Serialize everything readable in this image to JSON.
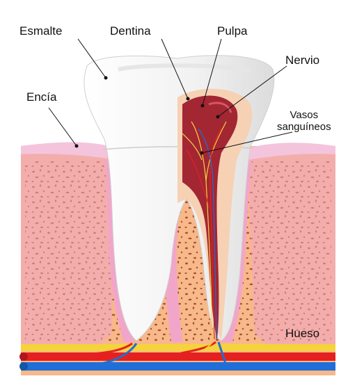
{
  "labels": {
    "esmalte": "Esmalte",
    "dentina": "Dentina",
    "pulpa": "Pulpa",
    "nervio": "Nervio",
    "encia": "Encía",
    "vasos_line1": "Vasos",
    "vasos_line2": "sanguíneos",
    "hueso": "Hueso"
  },
  "colors": {
    "bone": "#f7b88a",
    "bone_spots": "#9c3a1e",
    "gum": "#f1a6c9",
    "gum_top": "#f4c4dc",
    "enamel": "#f4f4f4",
    "dentin": "#f6d1b4",
    "pulp": "#a32633",
    "nerve": "#f5d33a",
    "artery": "#e5211f",
    "vein": "#1f6fd6"
  }
}
